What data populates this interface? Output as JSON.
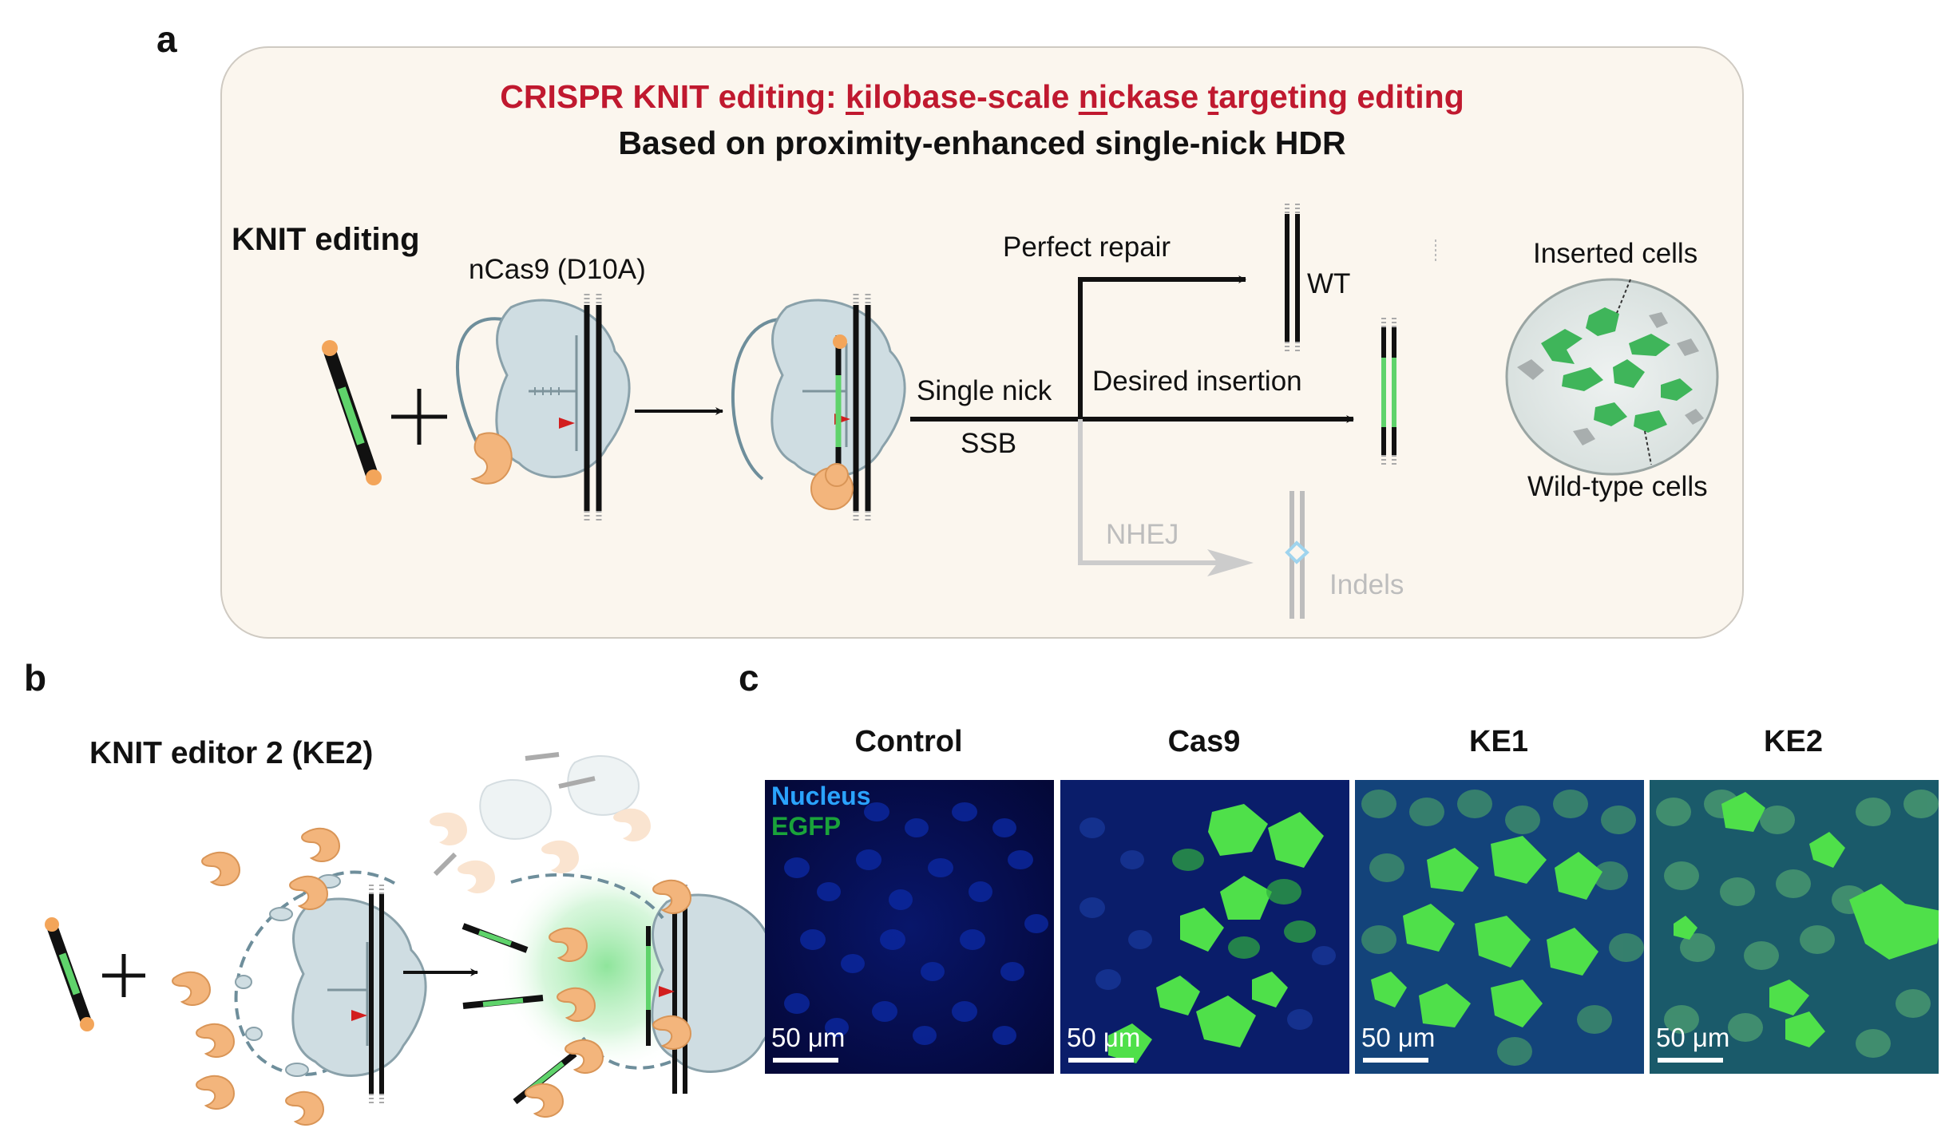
{
  "panel_letters": {
    "a": "a",
    "b": "b",
    "c": "c"
  },
  "panel_a": {
    "title_prefix": "CRISPR KNIT editing: ",
    "title_k": "k",
    "title_ilobase": "ilobase-scale ",
    "title_ni": "ni",
    "title_ckase": "ckase ",
    "title_t": "t",
    "title_argeting": "argeting editing",
    "subtitle": "Based on proximity-enhanced single-nick HDR",
    "knit_editing": "KNIT editing",
    "ncas9": "nCas9 (D10A)",
    "single_nick": "Single nick",
    "ssb": "SSB",
    "perfect_repair": "Perfect repair",
    "wt": "WT",
    "desired_insertion": "Desired insertion",
    "nhej": "NHEJ",
    "indels": "Indels",
    "inserted_cells": "Inserted cells",
    "wild_type_cells": "Wild-type cells"
  },
  "panel_b": {
    "title": "KNIT editor 2 (KE2)"
  },
  "panel_c": {
    "nucleus": "Nucleus",
    "egfp": "EGFP",
    "scale_label": "50 μm",
    "images": [
      {
        "title": "Control"
      },
      {
        "title": "Cas9"
      },
      {
        "title": "KE1"
      },
      {
        "title": "KE2"
      }
    ]
  },
  "colors": {
    "title_red": "#c0192f",
    "dna_green": "#5fd36b",
    "cas_fill": "#cfdde2",
    "orange": "#f3b57c",
    "panel_bg": "#fbf6ee",
    "nucleus_blue": "#2aa3ff",
    "egfp_green": "#1aa33a"
  }
}
